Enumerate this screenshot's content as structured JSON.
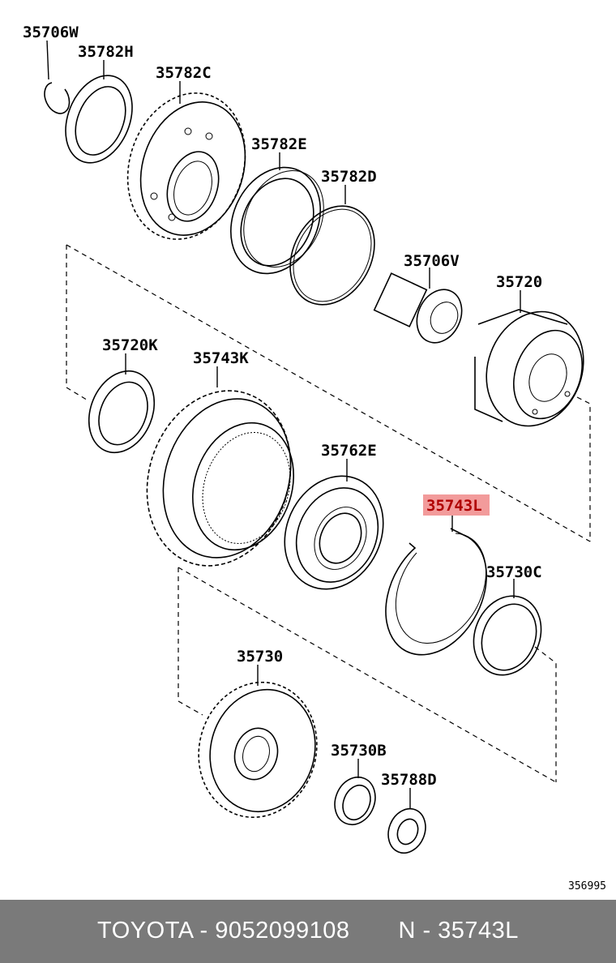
{
  "labels": {
    "p35706W": "35706W",
    "p35782H": "35782H",
    "p35782C": "35782C",
    "p35782E": "35782E",
    "p35782D": "35782D",
    "p35706V": "35706V",
    "p35720": "35720",
    "p35720K": "35720K",
    "p35743K": "35743K",
    "p35762E": "35762E",
    "p35743L": "35743L",
    "p35730C": "35730C",
    "p35730": "35730",
    "p35730B": "35730B",
    "p35788D": "35788D"
  },
  "highlight_color": "#f29b9b",
  "reference_number": "356995",
  "footer": {
    "text": "TOYOTA - 9052099108       N - 35743L"
  }
}
